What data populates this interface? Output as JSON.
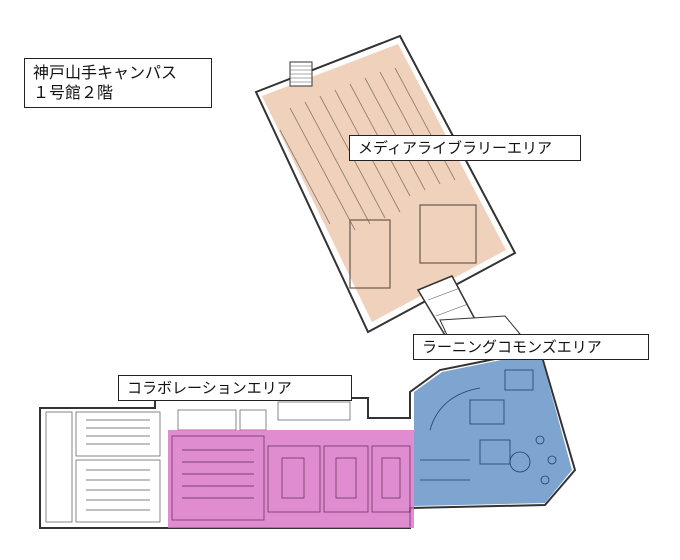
{
  "title": {
    "line1": "神戸山手キャンパス",
    "line2": "１号館２階"
  },
  "areas": {
    "media": {
      "label": "メディアライブラリーエリア",
      "color": "#e9c2a6"
    },
    "learning_commons": {
      "label": "ラーニングコモンズエリア",
      "color": "#5e8fc4"
    },
    "collaboration": {
      "label": "コラボレーションエリア",
      "color": "#d86fc5"
    }
  }
}
